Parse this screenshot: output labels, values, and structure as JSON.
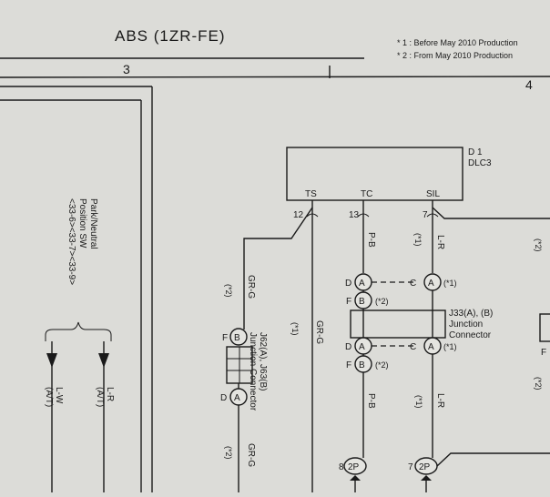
{
  "header": {
    "title": "ABS (1ZR-FE)",
    "note1": "* 1 : Before May 2010 Production",
    "note2": "* 2 : From May 2010 Production"
  },
  "columns": {
    "left": "3",
    "right": "4"
  },
  "dlc3": {
    "ref": "D 1",
    "name": "DLC3",
    "pins": [
      {
        "label": "TS",
        "num": "12"
      },
      {
        "label": "TC",
        "num": "13"
      },
      {
        "label": "SIL",
        "num": "7"
      }
    ]
  },
  "park_neutral": {
    "line1": "Park/Neutral",
    "line2": "Position SW",
    "refs": "<33-6><33-7><33-9>"
  },
  "wires": {
    "lw": "L-W",
    "lw_at": "(A/T)",
    "lr_left": "L-R",
    "lr_left_at": "(A/T)",
    "grg_a": "GR-G",
    "grg_a_note": "(*2)",
    "grg_b": "GR-G",
    "grg_b_note": "(*1)",
    "grg_c": "GR-G",
    "grg_c_note": "(*2)",
    "pb_top": "P-B",
    "pb_bottom": "P-B",
    "lr_top": "L-R",
    "lr_top_note": "(*1)",
    "lr_bottom": "L-R",
    "lr_bottom_note": "(*1)",
    "right_edge_top": "(*2)",
    "right_edge_bottom": "(*2)"
  },
  "j62": {
    "label": "J62(A), J63(B)",
    "sub": "Junction Connector",
    "f": "F",
    "b": "B",
    "d": "D",
    "a": "A"
  },
  "j33": {
    "line1": "J33(A), (B)",
    "line2": "Junction",
    "line3": "Connector",
    "row1": {
      "d": "D",
      "a": "A",
      "c": "C",
      "a2": "A",
      "note": "(*1)"
    },
    "row2": {
      "f": "F",
      "b": "B",
      "note": "(*2)"
    },
    "row3": {
      "d": "D",
      "a": "A",
      "c": "C",
      "a2": "A",
      "note": "(*1)"
    },
    "row4": {
      "f": "F",
      "b": "B",
      "note": "(*2)"
    }
  },
  "bottom_connectors": [
    {
      "num": "8",
      "label": "2P"
    },
    {
      "num": "7",
      "label": "2P"
    }
  ],
  "right_edge": {
    "f": "F"
  }
}
